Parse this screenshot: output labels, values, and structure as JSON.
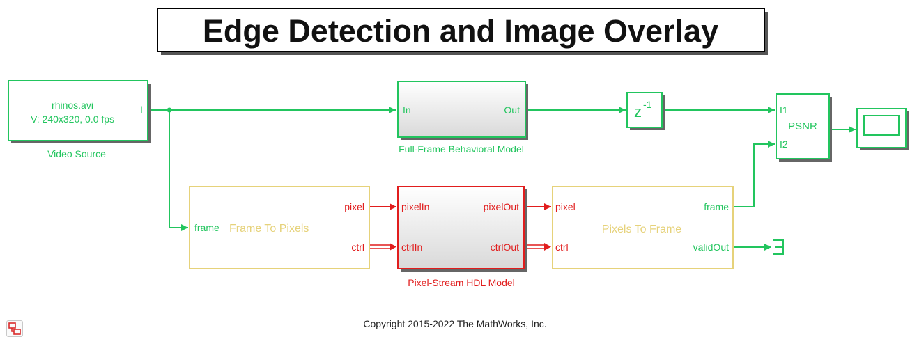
{
  "title": "Edge Detection and Image Overlay",
  "copyright": "Copyright 2015-2022 The MathWorks, Inc.",
  "colors": {
    "green": "#22c55e",
    "red": "#e11d1d",
    "yellow": "#e6d27a",
    "text_dark": "#111111"
  },
  "blocks": {
    "video_source": {
      "line1": "rhinos.avi",
      "line2": "V: 240x320, 0.0 fps",
      "port_out": "I",
      "caption": "Video Source"
    },
    "behavioral_model": {
      "port_in": "In",
      "port_out": "Out",
      "caption": "Full-Frame Behavioral Model"
    },
    "delay": {
      "label": "z",
      "exponent": "-1"
    },
    "psnr": {
      "label": "PSNR",
      "port_in1": "I1",
      "port_in2": "I2"
    },
    "frame_to_pixels": {
      "label": "Frame To Pixels",
      "port_in": "frame",
      "port_out1": "pixel",
      "port_out2": "ctrl"
    },
    "hdl_model": {
      "port_in1": "pixelIn",
      "port_in2": "ctrlIn",
      "port_out1": "pixelOut",
      "port_out2": "ctrlOut",
      "caption": "Pixel-Stream HDL Model"
    },
    "pixels_to_frame": {
      "label": "Pixels To Frame",
      "port_in1": "pixel",
      "port_in2": "ctrl",
      "port_out1": "frame",
      "port_out2": "validOut"
    }
  },
  "icons": {
    "viewer": "video-viewer-icon",
    "terminator": "terminator-icon",
    "toolbar": "model-hierarchy-icon"
  }
}
